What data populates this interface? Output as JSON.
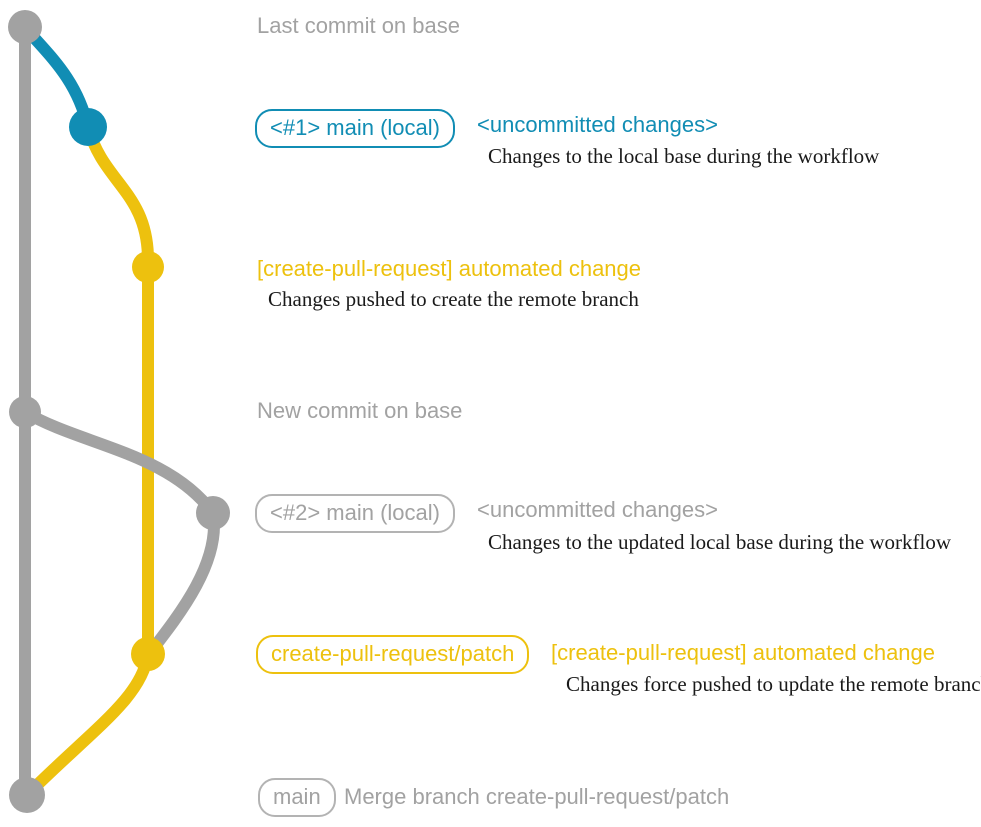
{
  "colors": {
    "gray": "#a2a2a2",
    "gray_border": "#b3b3b3",
    "blue": "#118db4",
    "yellow": "#edc10e",
    "ink": "#1a1a1a"
  },
  "graph": {
    "type": "git-graph",
    "branches": [
      {
        "name": "base",
        "color": "gray"
      },
      {
        "name": "main (local)",
        "color": "blue then gray"
      },
      {
        "name": "create-pull-request/patch",
        "color": "yellow"
      }
    ],
    "commits": [
      {
        "dot": "base-last-commit",
        "color": "gray"
      },
      {
        "dot": "main-local-1",
        "color": "blue"
      },
      {
        "dot": "patch-commit-1",
        "color": "yellow"
      },
      {
        "dot": "base-new-commit",
        "color": "gray"
      },
      {
        "dot": "main-local-2",
        "color": "gray"
      },
      {
        "dot": "patch-commit-2",
        "color": "yellow"
      },
      {
        "dot": "merge-commit",
        "color": "gray"
      }
    ]
  },
  "annotations": {
    "last_commit": "Last commit on base",
    "new_commit": "New commit on base"
  },
  "row1": {
    "branch_box": "<#1> main (local)",
    "state": "<uncommitted changes>",
    "description": "Changes to the local base during the workflow"
  },
  "row2": {
    "commit_label": "[create-pull-request] automated change",
    "description": "Changes pushed to create the remote branch"
  },
  "row3": {
    "branch_box": "<#2> main (local)",
    "state": "<uncommitted changes>",
    "description": "Changes to the updated local base during the workflow"
  },
  "row4": {
    "branch_box": "create-pull-request/patch",
    "commit_label": "[create-pull-request] automated change",
    "description": "Changes force pushed to update the remote branch"
  },
  "row5": {
    "branch_box": "main",
    "commit_message": "Merge branch create-pull-request/patch"
  }
}
